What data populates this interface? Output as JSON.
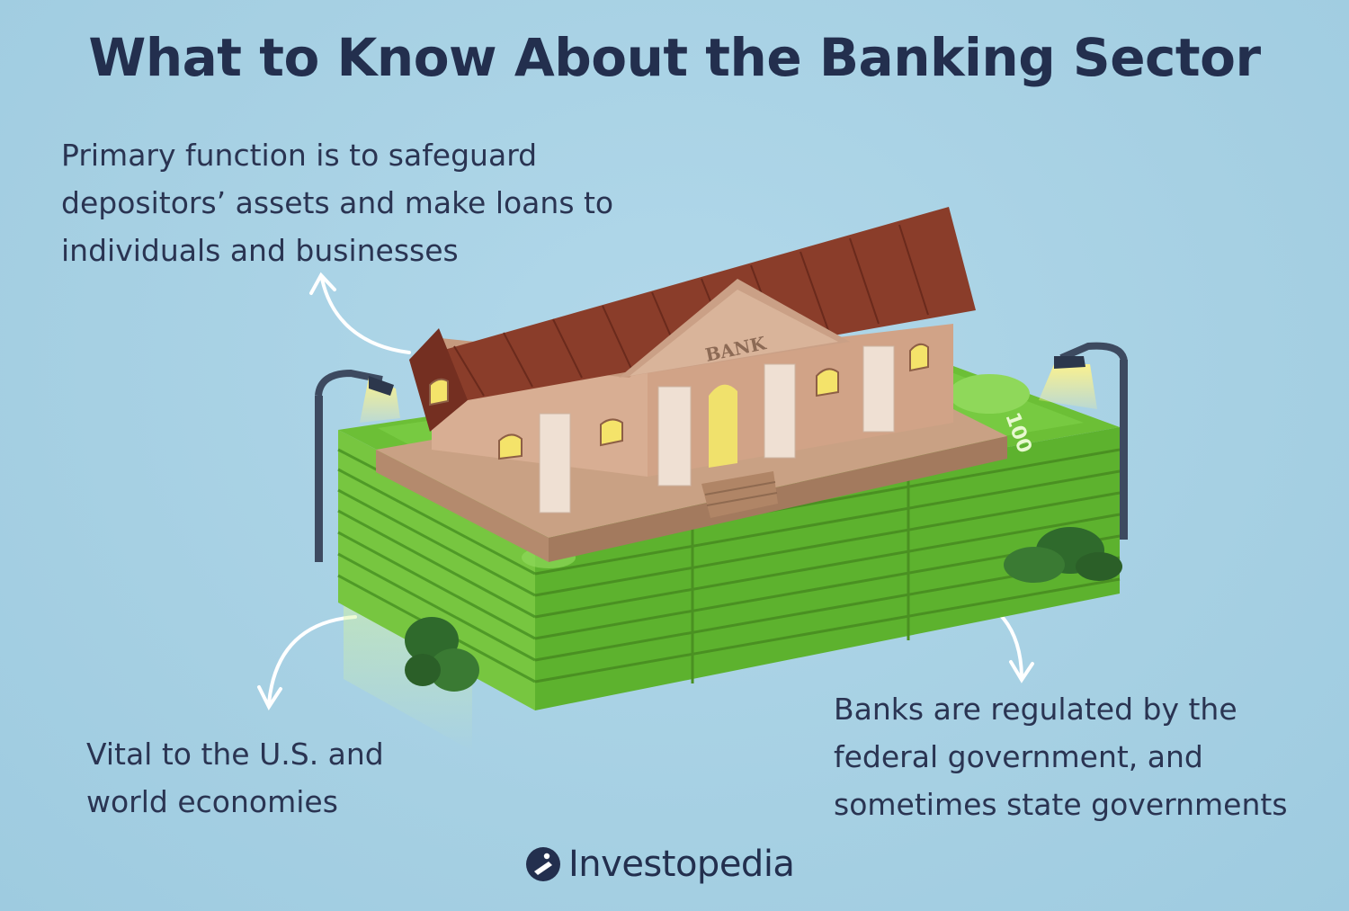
{
  "title": "What to Know About the Banking Sector",
  "callouts": {
    "function": "Primary function is to safeguard\ndepositors’ assets and make loans to\nindividuals and businesses",
    "economy": "Vital to the U.S. and\nworld economies",
    "regulation": "Banks are regulated by the\nfederal government, and\nsometimes state governments"
  },
  "illustration": {
    "sign": "BANK",
    "bill_number": "100"
  },
  "brand": {
    "name": "Investopedia"
  },
  "colors": {
    "background": "#a8d2e4",
    "text": "#232f4e",
    "money_green": "#6fbf3a",
    "roof": "#8c3f2c",
    "wall": "#d6ab8e"
  }
}
